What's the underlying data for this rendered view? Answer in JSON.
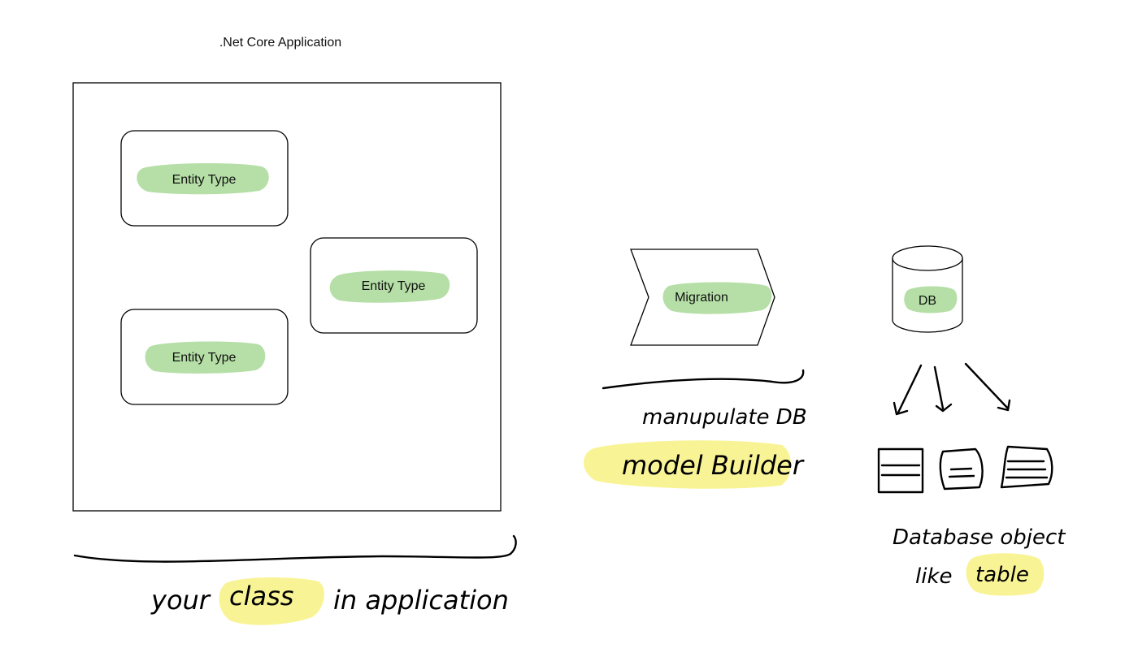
{
  "app": {
    "title": ".Net Core Application"
  },
  "entities": [
    {
      "label": "Entity Type"
    },
    {
      "label": "Entity Type"
    },
    {
      "label": "Entity Type"
    }
  ],
  "migration": {
    "label": "Migration"
  },
  "database": {
    "label": "DB"
  },
  "handwritten": {
    "classes_caption_prefix": "your",
    "classes_caption_highlight": "class",
    "classes_caption_suffix": "in application",
    "migration_caption_line1": "manupulate DB",
    "migration_caption_line2": "model Builder",
    "db_caption_line1": "Database object",
    "db_caption_line2_prefix": "like",
    "db_caption_line2_highlight": "table"
  },
  "colors": {
    "entity_highlight": "#b5dfa6",
    "marker_highlight": "#f7f38a",
    "stroke": "#000000"
  }
}
